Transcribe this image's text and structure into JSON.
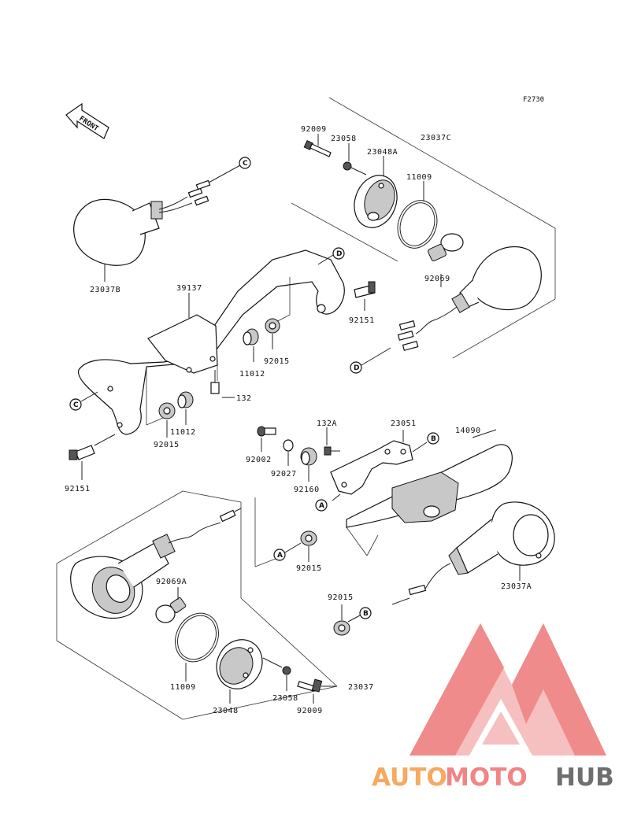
{
  "figure_code": "F2730",
  "front_arrow": {
    "label": "FRONT"
  },
  "ref_markers": {
    "a": "A",
    "b": "B",
    "c": "C",
    "d": "D"
  },
  "parts": {
    "p23037C": "23037C",
    "p92009_top": "92009",
    "p23058_top": "23058",
    "p23048A": "23048A",
    "p11009_top": "11009",
    "p92069": "92069",
    "p92151_right": "92151",
    "p23037B": "23037B",
    "p39137": "39137",
    "p11012_upper": "11012",
    "p92015_upper": "92015",
    "p132": "132",
    "p11012_lower": "11012",
    "p92015_left": "92015",
    "p92151_left": "92151",
    "p132A": "132A",
    "p23051": "23051",
    "p14090": "14090",
    "p92002": "92002",
    "p92027": "92027",
    "p92160": "92160",
    "p92015_mid": "92015",
    "p92069A": "92069A",
    "p23037A": "23037A",
    "p92015_low": "92015",
    "p11009_low": "11009",
    "p23048": "23048",
    "p23058_low": "23058",
    "p92009_low": "92009",
    "p23037": "23037"
  },
  "watermark": {
    "part1": "AUTO",
    "part2": "MOTO",
    "part3": "HUB"
  },
  "colors": {
    "wm_red": "#f08585",
    "wm_orange": "#f5a962",
    "wm_gray": "#6e6e6e"
  }
}
